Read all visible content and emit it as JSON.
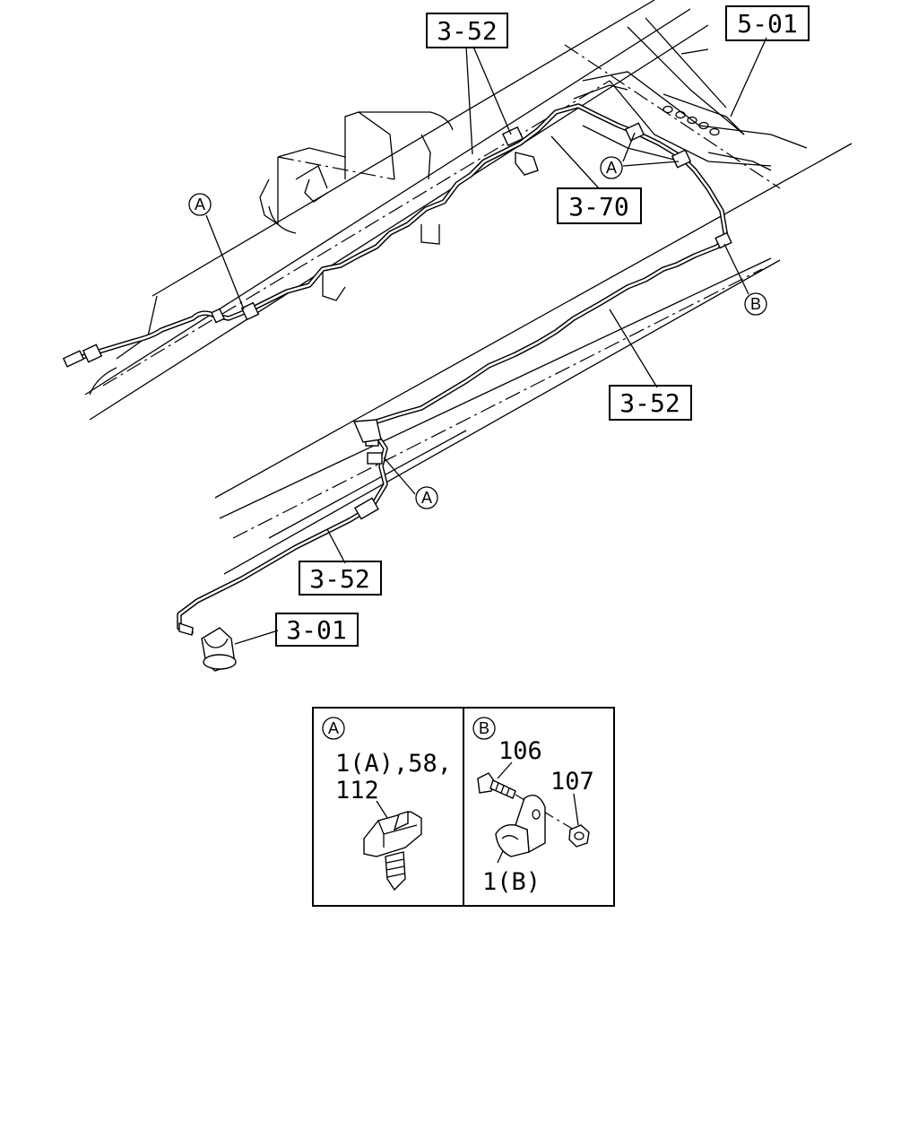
{
  "callouts": {
    "ref_3_52_top": "3-52",
    "ref_5_01": "5-01",
    "ref_3_70": "3-70",
    "ref_3_52_mid": "3-52",
    "ref_3_52_low": "3-52",
    "ref_3_01": "3-01"
  },
  "circle_markers": {
    "a_left": "A",
    "a_upper_right": "A",
    "b_right": "B",
    "a_lower": "A"
  },
  "detail_a": {
    "marker": "A",
    "line1": "1(A),58,",
    "line2": "112"
  },
  "detail_b": {
    "marker": "B",
    "part_106": "106",
    "part_107": "107",
    "part_1b": "1(B)"
  }
}
